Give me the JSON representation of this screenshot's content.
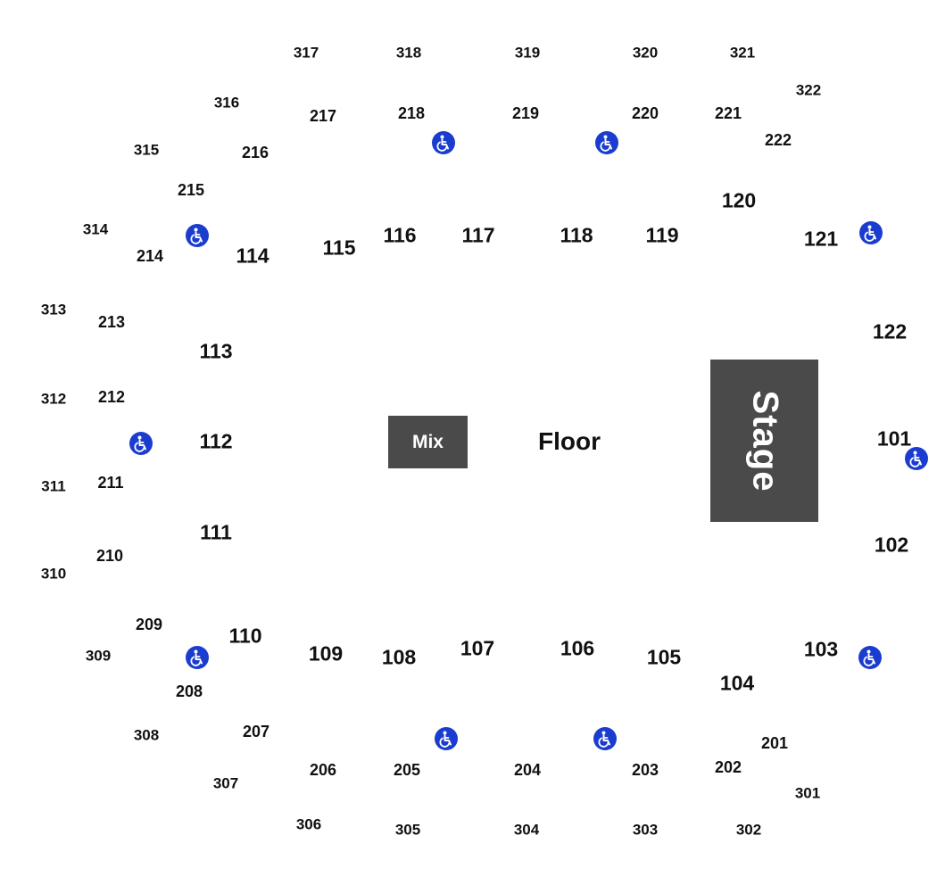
{
  "floor_label": "Floor",
  "mix_label": "Mix",
  "stage_label": "Stage",
  "colors": {
    "block": "#4a4a4a",
    "accessible": "#1a3ccf",
    "text": "#111111"
  },
  "accessible_icon": "wheelchair-icon",
  "sections_100": [
    "101",
    "102",
    "103",
    "104",
    "105",
    "106",
    "107",
    "108",
    "109",
    "110",
    "111",
    "112",
    "113",
    "114",
    "115",
    "116",
    "117",
    "118",
    "119",
    "120",
    "121",
    "122"
  ],
  "sections_200": [
    "201",
    "202",
    "203",
    "204",
    "205",
    "206",
    "207",
    "208",
    "209",
    "210",
    "211",
    "212",
    "213",
    "214",
    "215",
    "216",
    "217",
    "218",
    "219",
    "220",
    "221",
    "222"
  ],
  "sections_300": [
    "301",
    "302",
    "303",
    "304",
    "305",
    "306",
    "307",
    "308",
    "309",
    "310",
    "311",
    "312",
    "313",
    "314",
    "315",
    "316",
    "317",
    "318",
    "319",
    "320",
    "321",
    "322"
  ]
}
